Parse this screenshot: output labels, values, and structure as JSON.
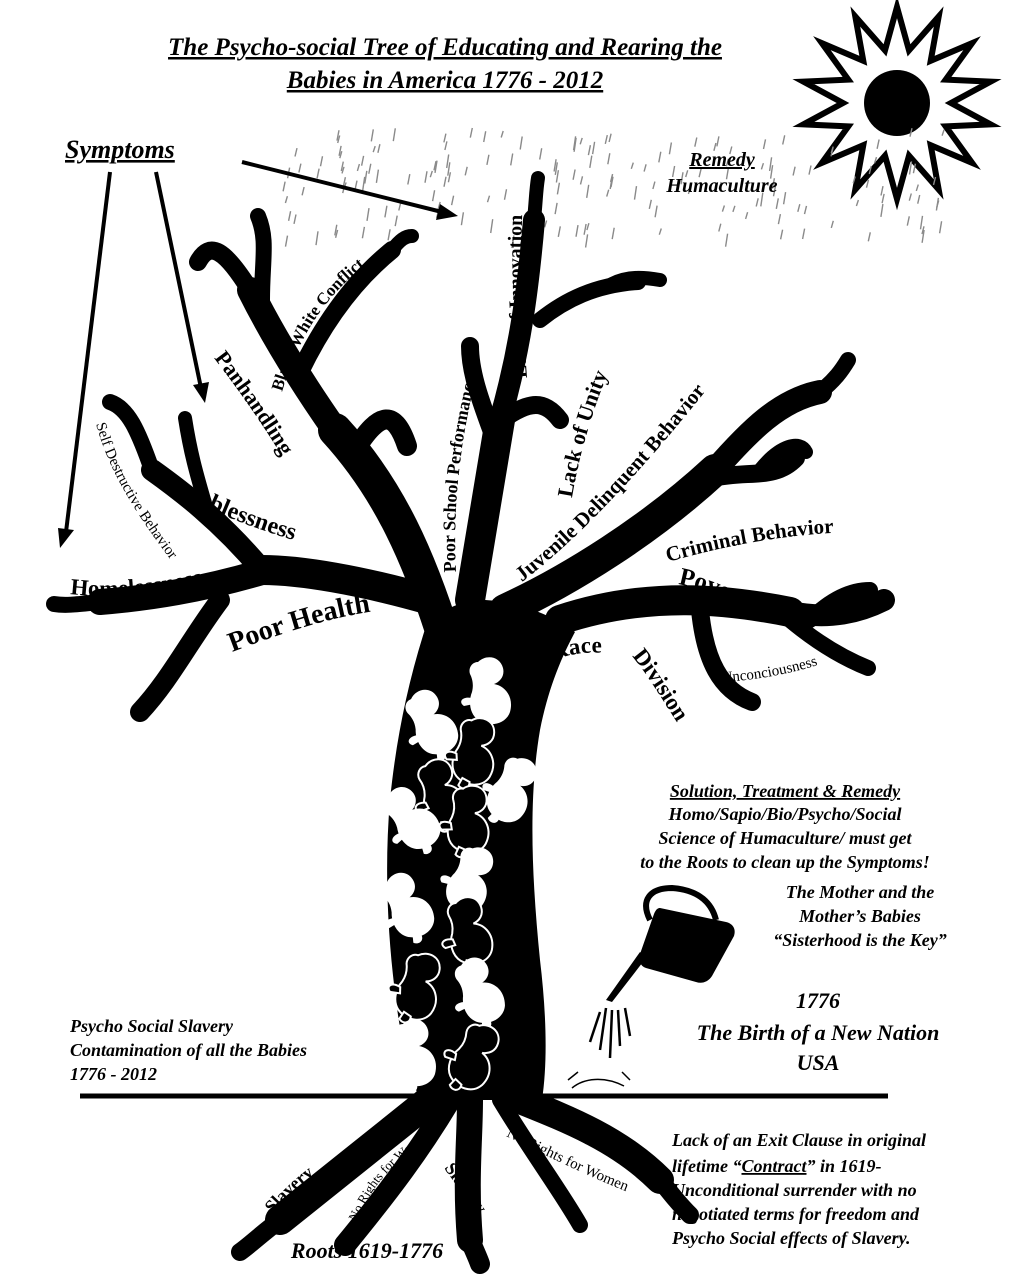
{
  "title": {
    "line1": "The Psycho-social Tree of Educating and Rearing the",
    "line2": "Babies in America   1776 - 2012"
  },
  "symptoms_label": "Symptoms",
  "remedy": {
    "label": "Remedy",
    "sub": "Humaculture"
  },
  "branches": {
    "black_white": "Black/White Conflict",
    "lack_innovation": "Lack of Innovation",
    "poor_school": "Poor School Performance",
    "lack_unity": "Lack of Unity",
    "panhandling": "Panhandling",
    "juvenile": "Juvenile Delinquent Behavior",
    "self_destructive": "Self Destructive Behavior",
    "joblessness": "Joblessness",
    "criminal": "Criminal Behavior",
    "homelessness": "Homelessness",
    "poor_health": "Poor Health",
    "poverty": "Poverty",
    "race": "Race",
    "division": "Division",
    "unconciousness": "Unconciousness"
  },
  "solution": {
    "heading": "Solution, Treatment & Remedy",
    "line1": "Homo/Sapio/Bio/Psycho/Social",
    "line2": "Science of Humaculture/ must get",
    "line3": "to the Roots to clean up the Symptoms!"
  },
  "mother": {
    "line1": "The Mother and the",
    "line2": "Mother’s Babies",
    "line3": "“Sisterhood is the Key”"
  },
  "birth": {
    "year": "1776",
    "line1": "The Birth of a New Nation",
    "line2": "USA"
  },
  "slavery_note": {
    "line1": "Psycho Social Slavery",
    "line2": "Contamination of all the Babies",
    "line3": "1776 - 2012"
  },
  "roots": {
    "slavery_left": "Slavery",
    "no_rights_left": "No Rights for Women",
    "slavery_center": "Slavery",
    "no_rights_right": "No Rights for Women",
    "caption": "Roots 1619-1776"
  },
  "exit_clause": {
    "line1": "Lack of an Exit Clause in original",
    "line2_pre": "lifetime “",
    "line2_link": "Contract",
    "line2_post": "” in 1619-",
    "line3": "Unconditional surrender with no",
    "line4": "negotiated terms for freedom and",
    "line5": "Psycho Social effects of Slavery."
  },
  "colors": {
    "ink": "#000000",
    "paper": "#ffffff",
    "rain": "#8a8a8a"
  },
  "icons": [
    "sun-icon",
    "rain-icon",
    "watering-can-icon",
    "baby-icon",
    "arrow-icon"
  ]
}
